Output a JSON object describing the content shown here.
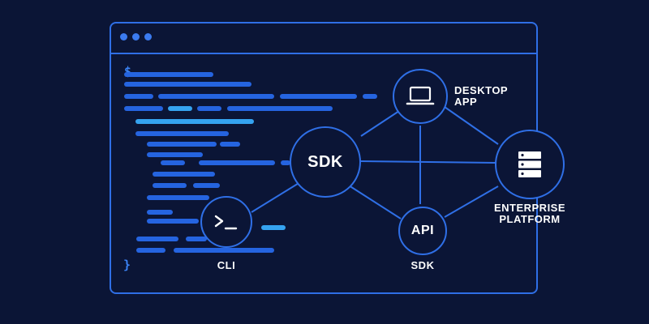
{
  "terminal": {
    "prompt": "$",
    "closing_brace": "}"
  },
  "nodes": {
    "sdk_center": {
      "label": "SDK"
    },
    "desktop_app": {
      "caption_line1": "DESKTOP",
      "caption_line2": "APP",
      "icon": "laptop-icon"
    },
    "enterprise_platform": {
      "caption_line1": "ENTERPRISE",
      "caption_line2": "PLATFORM",
      "icon": "server-stack-icon"
    },
    "api": {
      "label": "API",
      "caption": "SDK"
    },
    "cli": {
      "caption": "CLI",
      "icon": "terminal-prompt-icon"
    }
  },
  "colors": {
    "background": "#0b1536",
    "stroke": "#2f6fe6",
    "code_line": "#2564e0",
    "code_highlight": "#35a3f0",
    "text": "#ffffff"
  }
}
